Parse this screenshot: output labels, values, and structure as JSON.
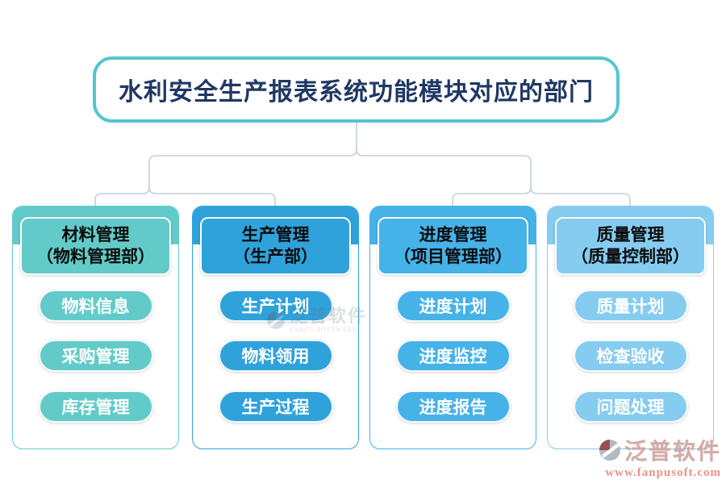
{
  "title": {
    "text": "水利安全生产报表系统功能模块对应的部门",
    "border_color": "#53c6d0",
    "text_color": "#1f3864"
  },
  "connector_color": "#c5cede",
  "columns": [
    {
      "id": "material",
      "color": "#62cbc9",
      "header_line1": "材料管理",
      "header_line2": "（物料管理部）",
      "items": [
        "物料信息",
        "采购管理",
        "库存管理"
      ]
    },
    {
      "id": "production",
      "color": "#2fa2db",
      "header_line1": "生产管理",
      "header_line2": "（生产部）",
      "items": [
        "生产计划",
        "物料领用",
        "生产过程"
      ]
    },
    {
      "id": "progress",
      "color": "#45b2e8",
      "header_line1": "进度管理",
      "header_line2": "（项目管理部）",
      "items": [
        "进度计划",
        "进度监控",
        "进度报告"
      ]
    },
    {
      "id": "quality",
      "color": "#85ccf0",
      "header_line1": "质量管理",
      "header_line2": "（质量控制部）",
      "items": [
        "质量计划",
        "检查验收",
        "问题处理"
      ]
    }
  ],
  "watermark": {
    "text": "泛普软件",
    "subtext": "FANPU SOFTWARE"
  },
  "logo": {
    "name": "泛普软件",
    "url": "www.fanpusoft.com"
  }
}
